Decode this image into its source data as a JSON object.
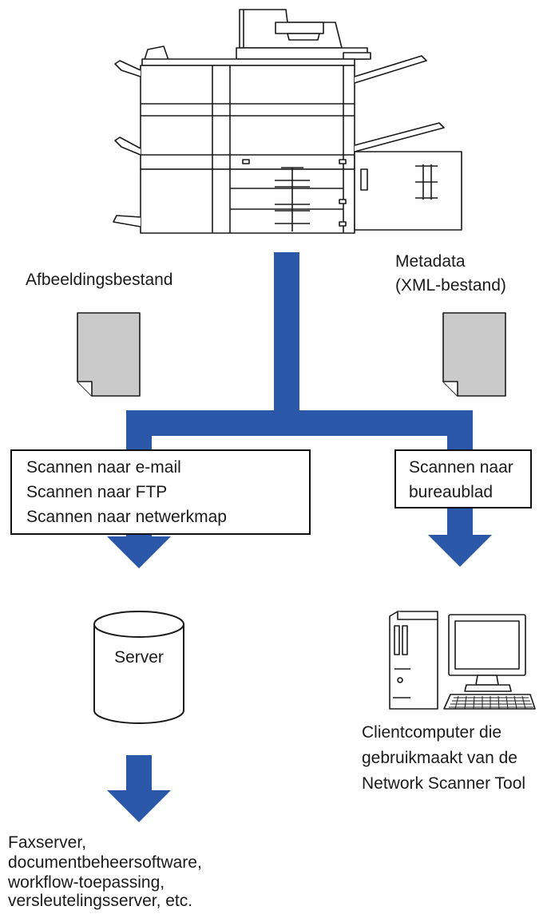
{
  "labels": {
    "image_file": "Afbeeldingsbestand",
    "metadata_line1": "Metadata",
    "metadata_line2": "(XML-bestand)",
    "server": "Server"
  },
  "left_box": {
    "lines": [
      "Scannen naar e-mail",
      "Scannen naar FTP",
      "Scannen naar netwerkmap"
    ]
  },
  "right_box": {
    "lines": [
      "Scannen naar",
      "bureaublad"
    ]
  },
  "client_caption": {
    "lines": [
      "Clientcomputer die",
      "gebruikmaakt van de",
      "Network Scanner Tool"
    ]
  },
  "destinations": {
    "lines": [
      "Faxserver,",
      "documentbeheersoftware,",
      "workflow-toepassing,",
      "versleutelingsserver, etc."
    ]
  },
  "icons": {
    "printer": "multifunction-printer-icon",
    "document": "document-icon",
    "server": "server-cylinder-icon",
    "computer": "desktop-computer-icon",
    "arrow": "down-arrow-icon"
  },
  "colors": {
    "flow": "#2b57a8",
    "doc_fill": "#c9c9c9",
    "outline": "#1a1a1a"
  }
}
